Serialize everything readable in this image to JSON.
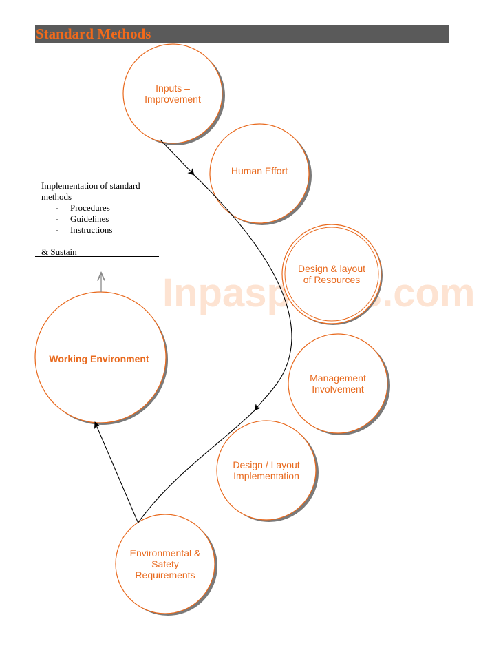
{
  "header": {
    "title": "Standard Methods"
  },
  "watermark": "Inpaspages.com",
  "nodes": {
    "inputs": "Inputs – Improvement",
    "human_effort": "Human Effort",
    "design_resources": "Design & layout of Resources",
    "management": "Management Involvement",
    "design_implementation": "Design / Layout Implementation",
    "environmental": "Environmental & Safety Requirements",
    "working_environment": "Working Environment"
  },
  "note": {
    "heading": "Implementation of standard methods",
    "items": [
      "Procedures",
      "Guidelines",
      "Instructions"
    ],
    "sustain": "& Sustain"
  },
  "colors": {
    "accent": "#f26a1b",
    "circle_stroke": "#e8691d",
    "shadow": "#7a7a7a",
    "title_bar": "#5a5a5a"
  }
}
